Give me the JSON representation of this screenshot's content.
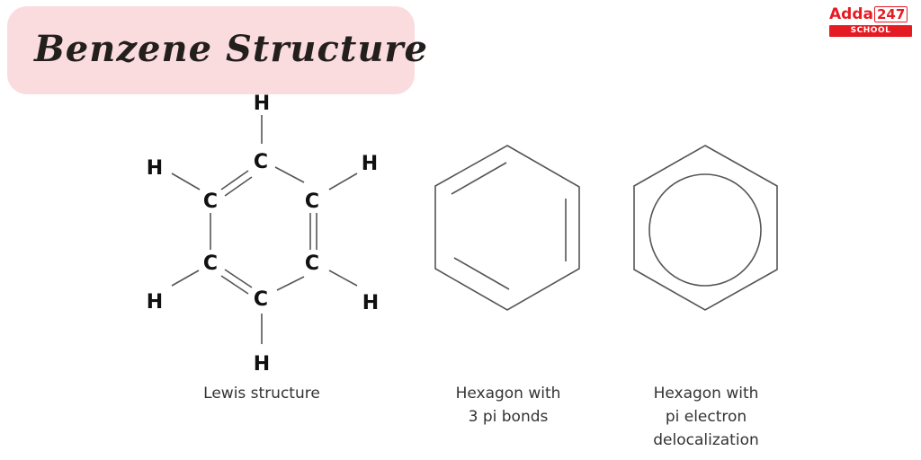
{
  "header": {
    "title": "Benzene Structure"
  },
  "logo": {
    "brand": "Adda",
    "number": "247",
    "sub": "SCHOOL",
    "color": "#e51b23"
  },
  "diagrams": {
    "lewis": {
      "caption": "Lewis structure",
      "atoms": {
        "carbon": "C",
        "hydrogen": "H"
      }
    },
    "hexagon_pi_bonds": {
      "caption_line1": "Hexagon with",
      "caption_line2": "3 pi bonds"
    },
    "hexagon_delocalized": {
      "caption_line1": "Hexagon with",
      "caption_line2": "pi electron",
      "caption_line3": "delocalization"
    }
  },
  "colors": {
    "banner_bg": "#fadcdf",
    "line": "#555555",
    "text": "#333333"
  }
}
